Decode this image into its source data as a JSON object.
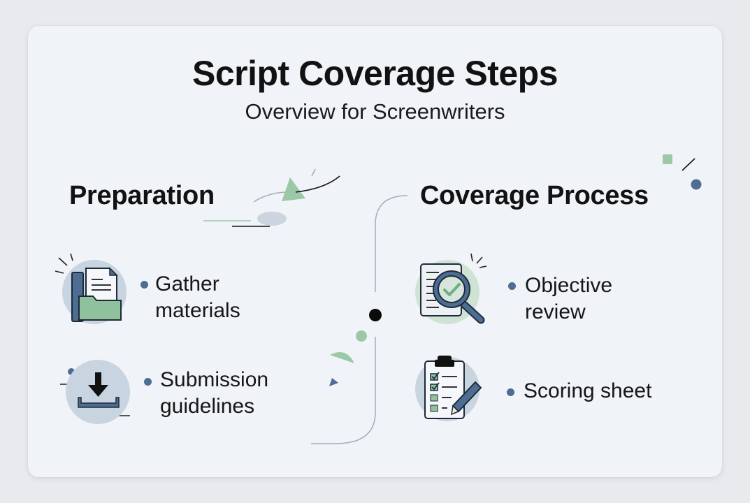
{
  "header": {
    "title": "Script Coverage Steps",
    "subtitle": "Overview for Screenwriters"
  },
  "sections": [
    {
      "title": "Preparation",
      "items": [
        {
          "label_line1": "Gather",
          "label_line2": "materials",
          "icon": "folder-document-icon"
        },
        {
          "label_line1": "Submission",
          "label_line2": "guidelines",
          "icon": "download-tray-icon"
        }
      ]
    },
    {
      "title": "Coverage Process",
      "items": [
        {
          "label_line1": "Objective",
          "label_line2": "review",
          "icon": "magnifier-check-icon"
        },
        {
          "label_line1": "Scoring sheet",
          "icon": "clipboard-checklist-icon"
        }
      ]
    }
  ],
  "colors": {
    "background": "#e8eaed",
    "card": "#f0f3f7",
    "accent_green": "#9cc8a8",
    "accent_blue": "#4d6d93",
    "circle_blue": "#c8d4e0",
    "text": "#121212"
  }
}
